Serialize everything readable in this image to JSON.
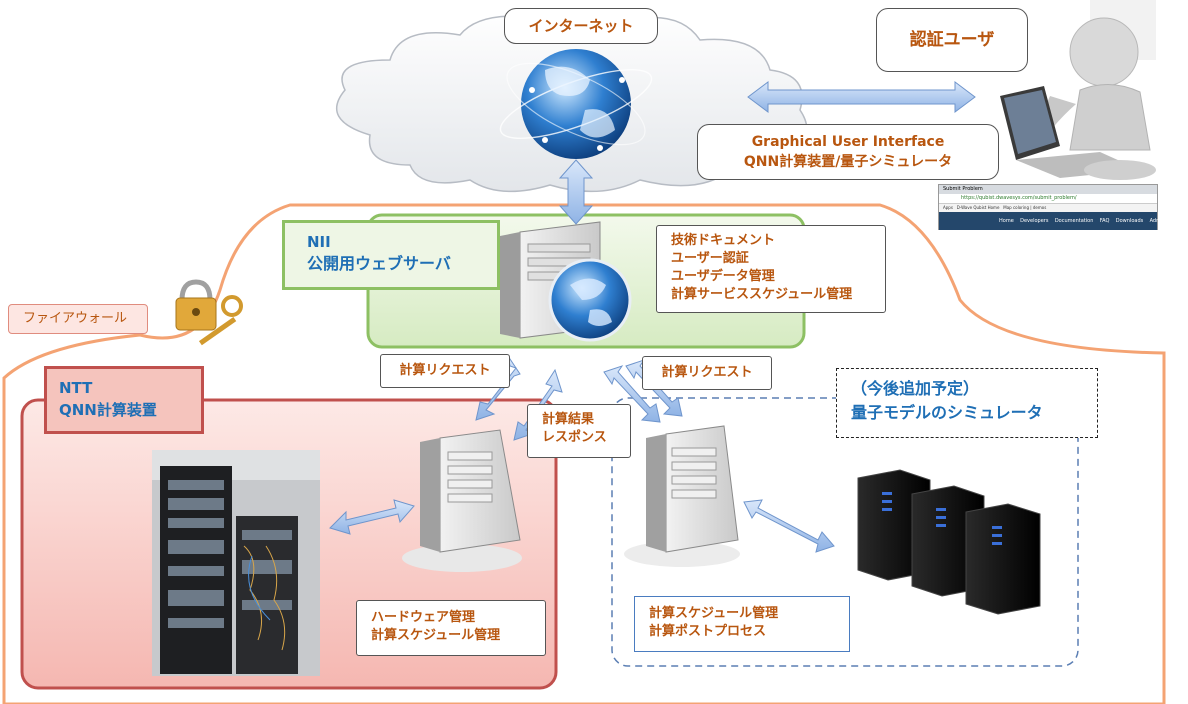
{
  "cloud": {
    "label": "インターネット"
  },
  "user": {
    "label": "認証ユーザ"
  },
  "gui": {
    "line1": "Graphical User Interface",
    "line2": "QNN計算装置/量子シミュレータ"
  },
  "browser": {
    "tab_title": "Submit Problem",
    "url": "https://qubist.dwavesys.com/submit_problem/",
    "bookmarks": [
      "Apps",
      "D-Wave Qubist Home",
      "Map coloring | demos"
    ],
    "nav_items": [
      "Home",
      "Developers",
      "Documentation",
      "FAQ",
      "Downloads",
      "Admin"
    ]
  },
  "firewall": {
    "label": "ファイアウォール"
  },
  "nii": {
    "title_line1": "NII",
    "title_line2": "公開用ウェブサーバ",
    "features": [
      "技術ドキュメント",
      "ユーザー認証",
      "ユーザデータ管理",
      "計算サービススケジュール管理"
    ]
  },
  "requests": {
    "left": "計算リクエスト",
    "right": "計算リクエスト"
  },
  "response": {
    "line1": "計算結果",
    "line2": "レスポンス"
  },
  "ntt": {
    "title_line1": "NTT",
    "title_line2": "QNN計算装置",
    "features": [
      "ハードウェア管理",
      "計算スケジュール管理"
    ]
  },
  "sim": {
    "title_line1": "（今後追加予定）",
    "title_line2": "量子モデルのシミュレータ",
    "features": [
      "計算スケジュール管理",
      "計算ポストプロセス"
    ]
  },
  "colors": {
    "orange_border": "#f4a373",
    "nii_green": "#8dc063",
    "ntt_red": "#c0504d",
    "ntt_fill": "#f8c9c4",
    "label_orange": "#b8560f",
    "title_blue": "#1f4e79",
    "arrow_blue": "#9cbce8"
  }
}
